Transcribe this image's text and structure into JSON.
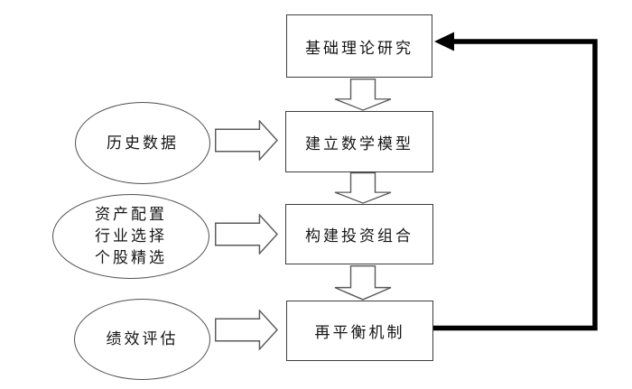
{
  "diagram": {
    "boxes": [
      {
        "label": "基础理论研究"
      },
      {
        "label": "建立数学模型"
      },
      {
        "label": "构建投资组合"
      },
      {
        "label": "再平衡机制"
      }
    ],
    "ellipses": [
      {
        "lines": [
          "历史数据"
        ]
      },
      {
        "lines": [
          "资产配置",
          "行业选择",
          "个股精选"
        ]
      },
      {
        "lines": [
          "绩效评估"
        ]
      }
    ],
    "colors": {
      "background": "#ffffff",
      "text": "#161616",
      "box_border": "#3d3d3d",
      "ellipse_border": "#4f4f4f",
      "shape_outline": "#5a5a5a",
      "feedback_arrow": "#000000"
    }
  }
}
